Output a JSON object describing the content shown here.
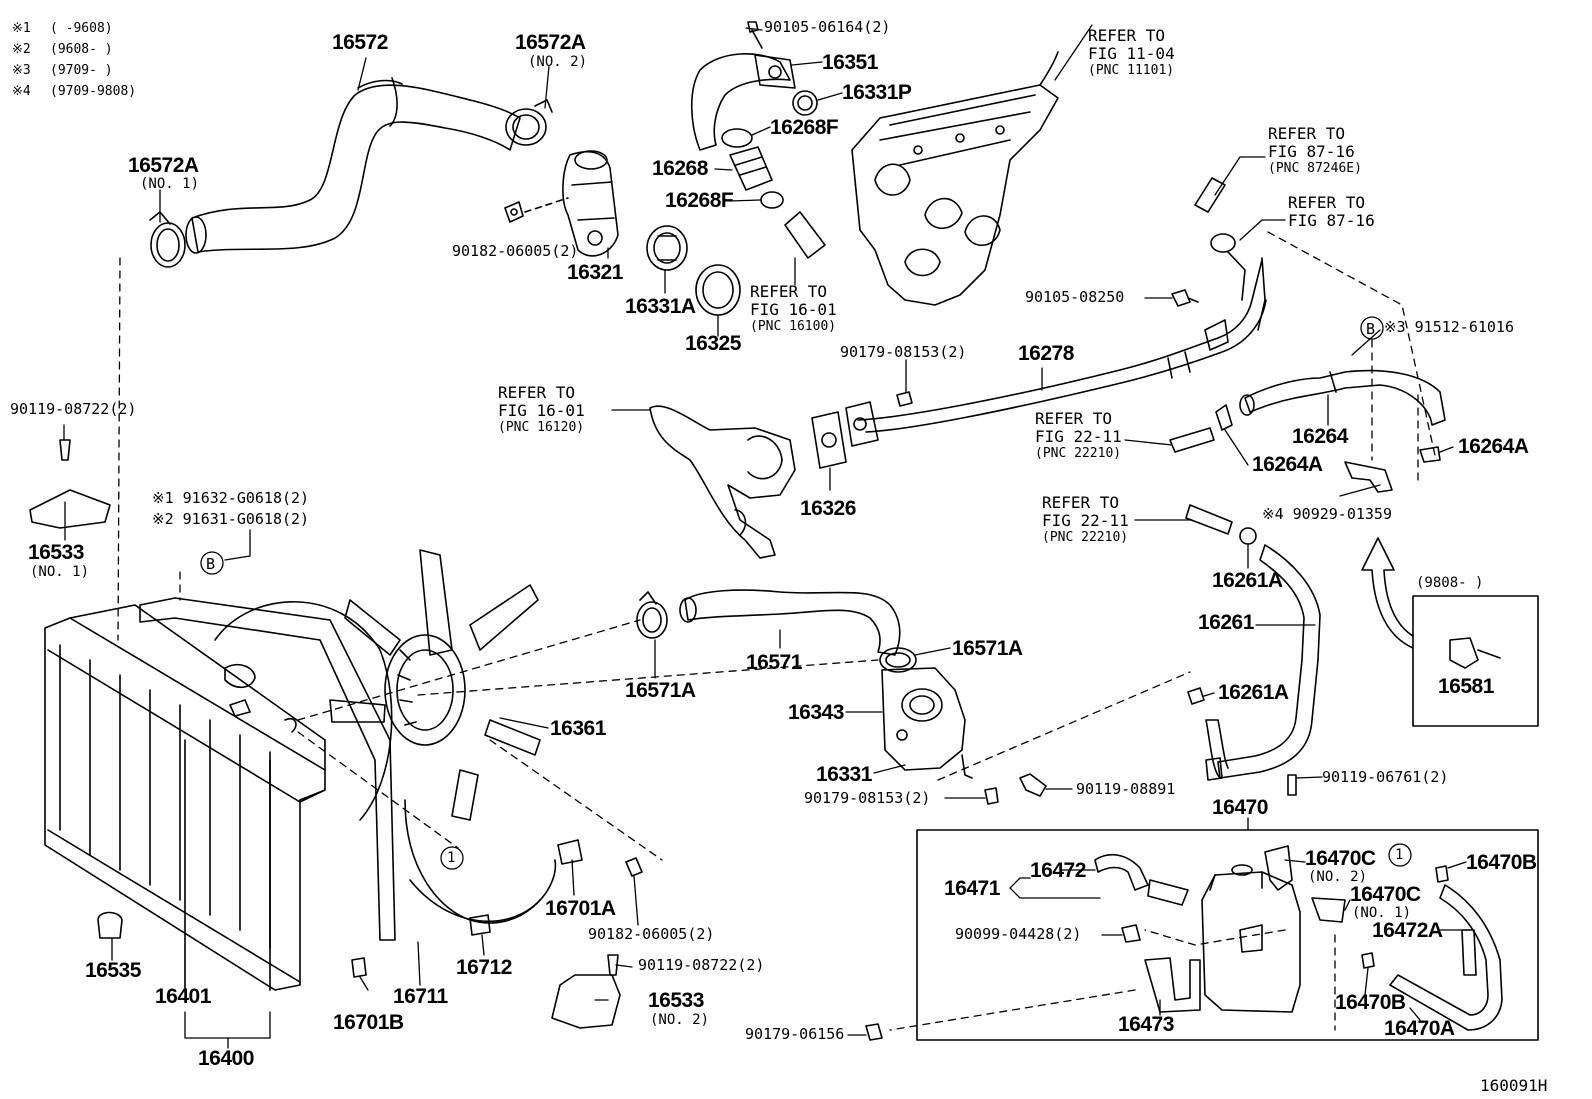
{
  "legend": [
    {
      "mark": "※1",
      "range": "(      -9608)"
    },
    {
      "mark": "※2",
      "range": "(9608-      )"
    },
    {
      "mark": "※3",
      "range": "(9709-      )"
    },
    {
      "mark": "※4",
      "range": "(9709-9808)"
    }
  ],
  "parts": {
    "p16572": "16572",
    "p16572A_top": "16572A",
    "no2_top": "(NO. 2)",
    "p16572A_left": "16572A",
    "no1_left": "(NO. 1)",
    "p90105_06164": "90105-06164(2)",
    "p16351": "16351",
    "p16331P": "16331P",
    "p16268F_a": "16268F",
    "p16268": "16268",
    "p16268F_b": "16268F",
    "p90182_06005_top": "90182-06005(2)",
    "p16321": "16321",
    "p16331A": "16331A",
    "p16325": "16325",
    "p90105_08250": "90105-08250",
    "p90179_08153_mid": "90179-08153(2)",
    "p16278": "16278",
    "p91512_61016": "※3 91512-61016",
    "p16264": "16264",
    "p16264A_r": "16264A",
    "p16264A_l": "16264A",
    "p90119_08722_top": "90119-08722(2)",
    "p16533_top": "16533",
    "no1_16533": "(NO. 1)",
    "p91632": "※1 91632-G0618(2)",
    "p91631": "※2 91631-G0618(2)",
    "p16326": "16326",
    "p90929": "※4 90929-01359",
    "p16261A_a": "16261A",
    "p16261": "16261",
    "p16261A_b": "16261A",
    "p9808": "(9808-      )",
    "p16581": "16581",
    "p16571A_l": "16571A",
    "p16571": "16571",
    "p16571A_r": "16571A",
    "p16343": "16343",
    "p16361": "16361",
    "p16331": "16331",
    "p90179_08153_low": "90179-08153(2)",
    "p90119_08891": "90119-08891",
    "p90119_06761": "90119-06761(2)",
    "p16470": "16470",
    "p16470C_a": "16470C",
    "no2_16470C": "(NO. 2)",
    "p16470B_top": "16470B",
    "p16471": "16471",
    "p16472": "16472",
    "p16470C_b": "16470C",
    "no1_16470C": "(NO. 1)",
    "p90099_04428": "90099-04428(2)",
    "p16472A": "16472A",
    "p16470B_low": "16470B",
    "p16473": "16473",
    "p16470A": "16470A",
    "p90179_06156": "90179-06156",
    "p16701A": "16701A",
    "p90182_06005_low": "90182-06005(2)",
    "p90119_08722_low": "90119-08722(2)",
    "p16533_low": "16533",
    "no2_16533": "(NO. 2)",
    "p16535": "16535",
    "p16401": "16401",
    "p16701B": "16701B",
    "p16711": "16711",
    "p16712": "16712",
    "p16400": "16400"
  },
  "refs": {
    "r11_04": {
      "l1": "REFER TO",
      "l2": "FIG 11-04",
      "l3": "(PNC 11101)"
    },
    "r87_16a": {
      "l1": "REFER TO",
      "l2": "FIG 87-16",
      "l3": "(PNC 87246E)"
    },
    "r87_16b": {
      "l1": "REFER TO",
      "l2": "FIG 87-16"
    },
    "r16_01a": {
      "l1": "REFER TO",
      "l2": "FIG 16-01",
      "l3": "(PNC 16100)"
    },
    "r16_01b": {
      "l1": "REFER TO",
      "l2": "FIG 16-01",
      "l3": "(PNC 16120)"
    },
    "r22_11a": {
      "l1": "REFER TO",
      "l2": "FIG 22-11",
      "l3": "(PNC 22210)"
    },
    "r22_11b": {
      "l1": "REFER TO",
      "l2": "FIG 22-11",
      "l3": "(PNC 22210)"
    }
  },
  "markers": {
    "b": "B",
    "one": "1"
  },
  "figure_id": "160091H"
}
